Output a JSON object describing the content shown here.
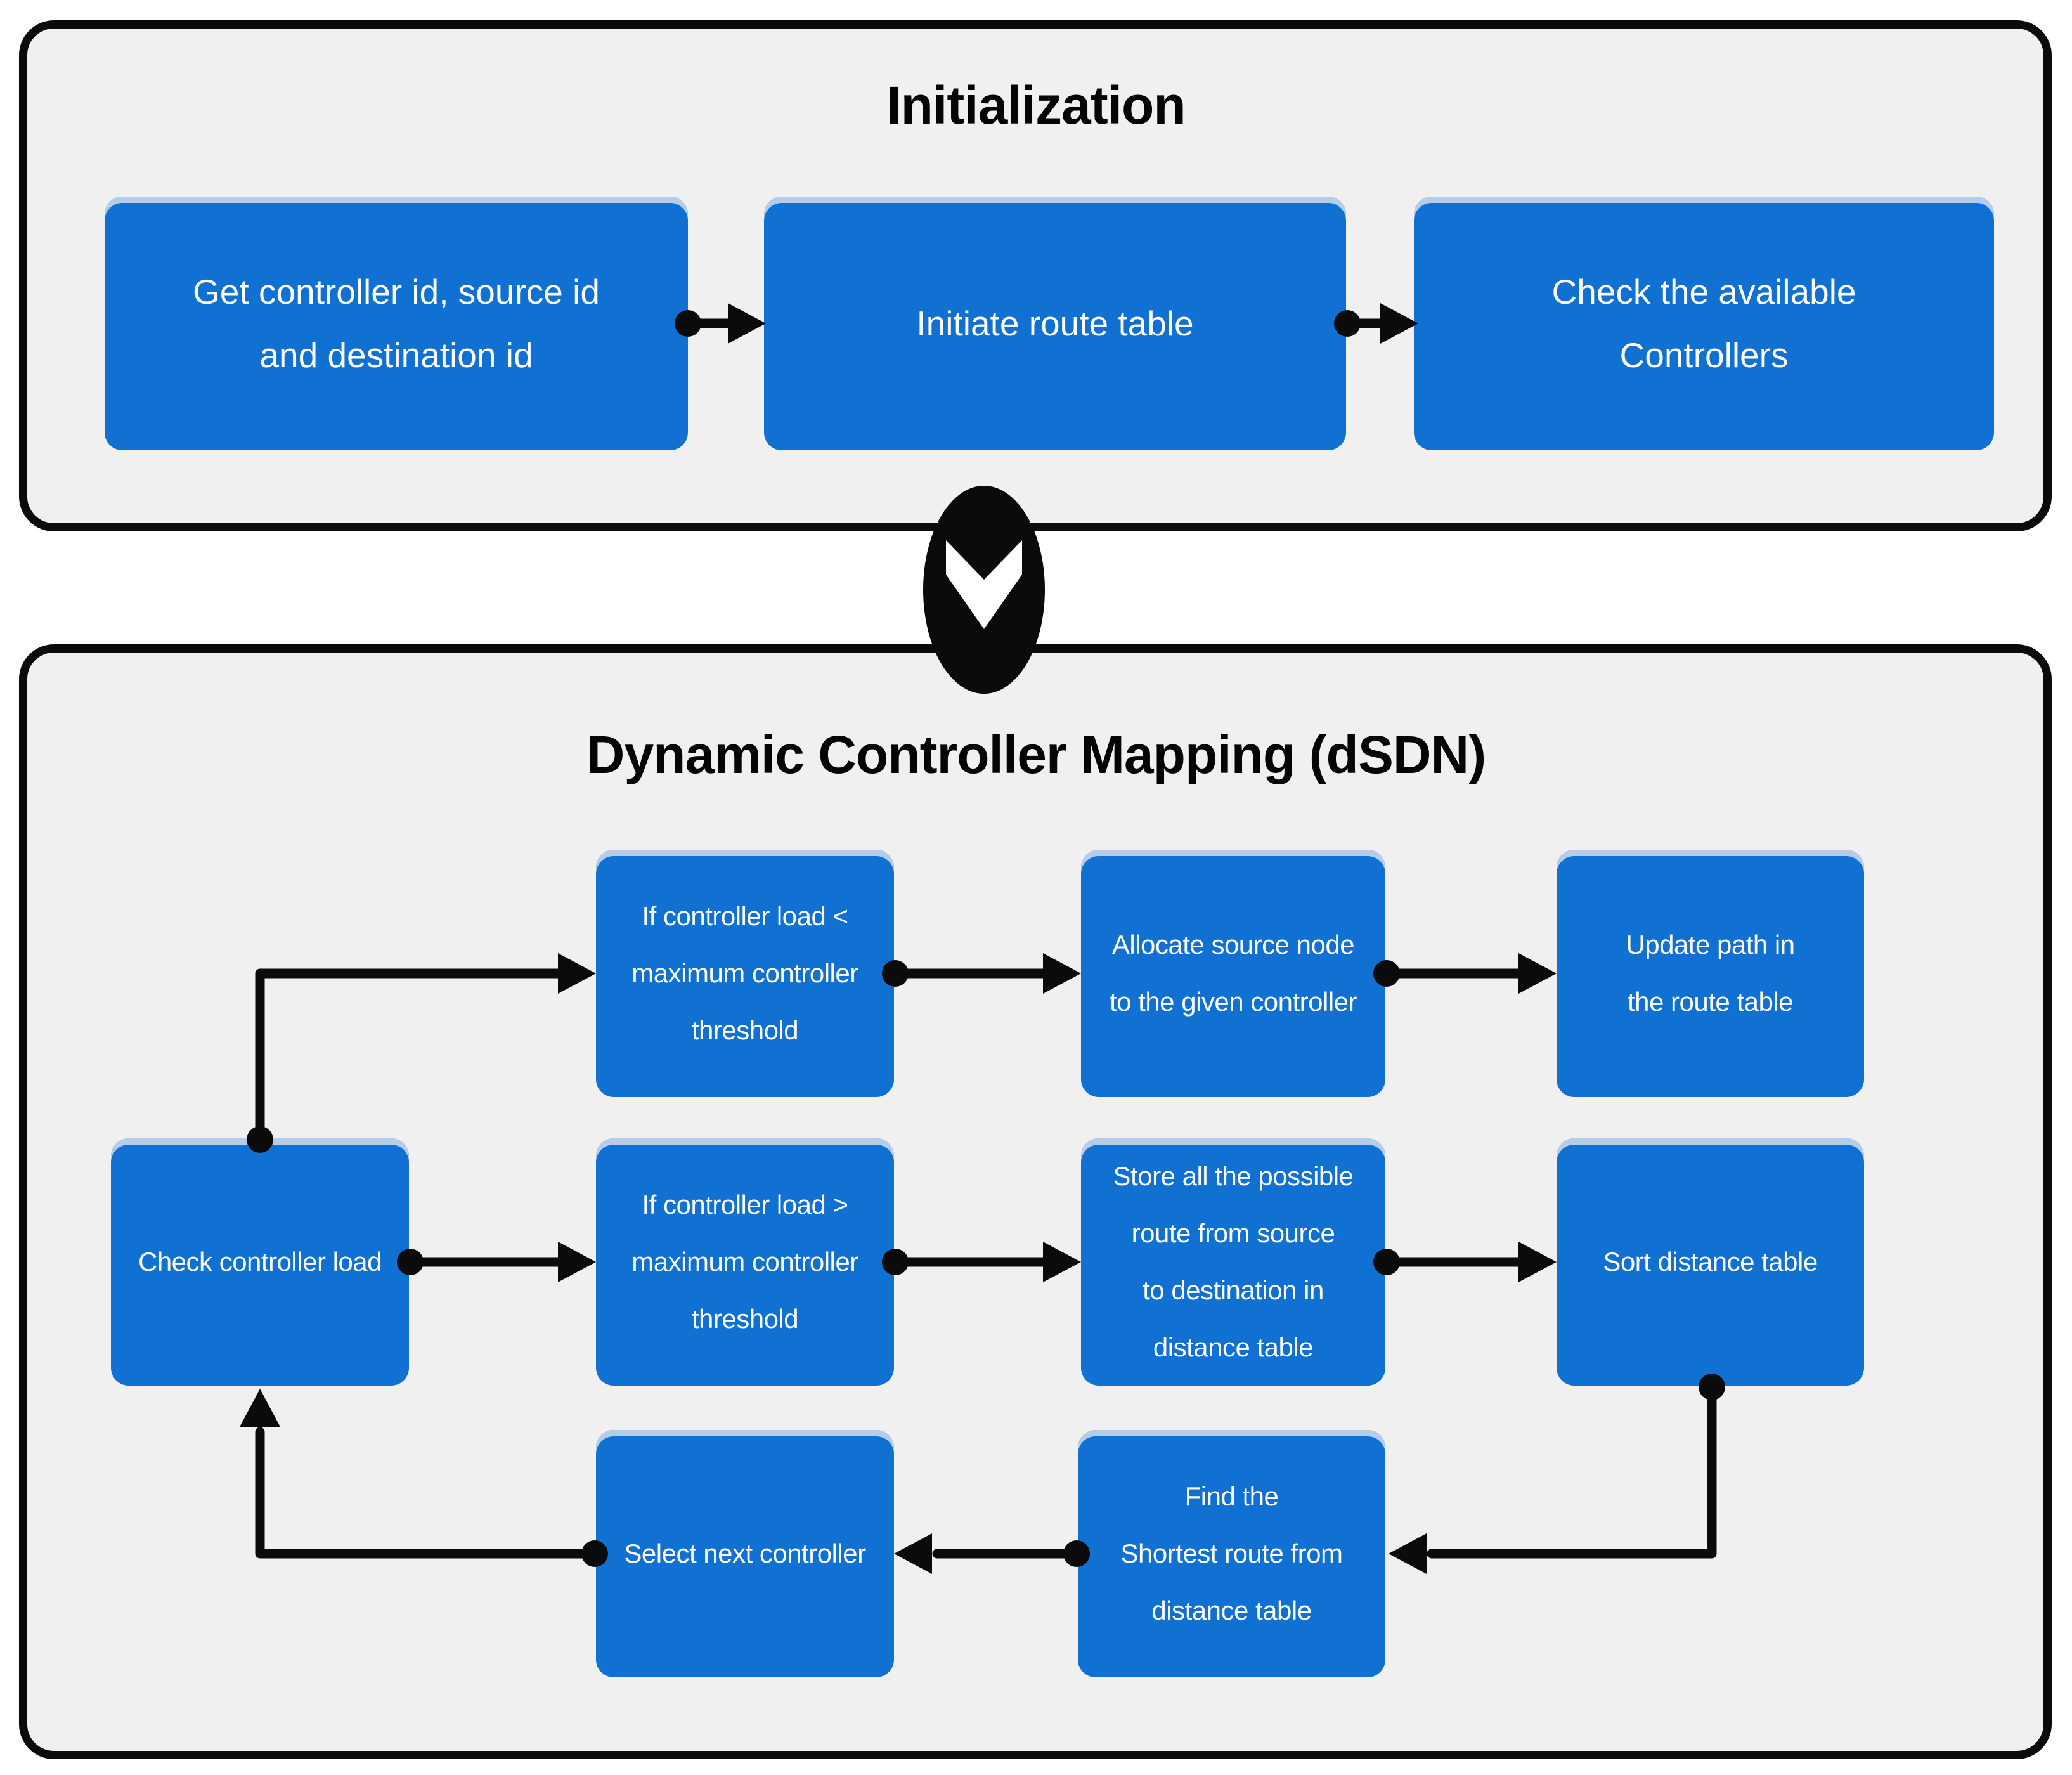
{
  "colors": {
    "box_blue": "#1171d2",
    "box_top_highlight": "#b3cdea",
    "panel_background": "#f1f0f1",
    "outline_black": "#0b0b0b",
    "node_text": "#fdfdfd"
  },
  "initialization": {
    "title": "Initialization",
    "nodes": {
      "get_ids": "Get controller id, source id\nand destination id",
      "init_route": "Initiate route table",
      "check_available": "Check the available\nControllers"
    }
  },
  "section_connector": {
    "icon": "chevron-down-icon"
  },
  "dsdn": {
    "title": "Dynamic Controller Mapping (dSDN)",
    "nodes": {
      "load_lt": "If controller load <\nmaximum controller\nthreshold",
      "allocate": "Allocate source node\nto the given controller",
      "update_path": "Update path in\nthe route table",
      "check_load": "Check controller load",
      "load_gt": "If controller load >\nmaximum controller\nthreshold",
      "store_routes": "Store all the possible\nroute from source\nto destination in\ndistance table",
      "sort_table": "Sort distance table",
      "select_next": "Select next controller",
      "find_shortest": "Find the\nShortest route from\ndistance table"
    }
  }
}
